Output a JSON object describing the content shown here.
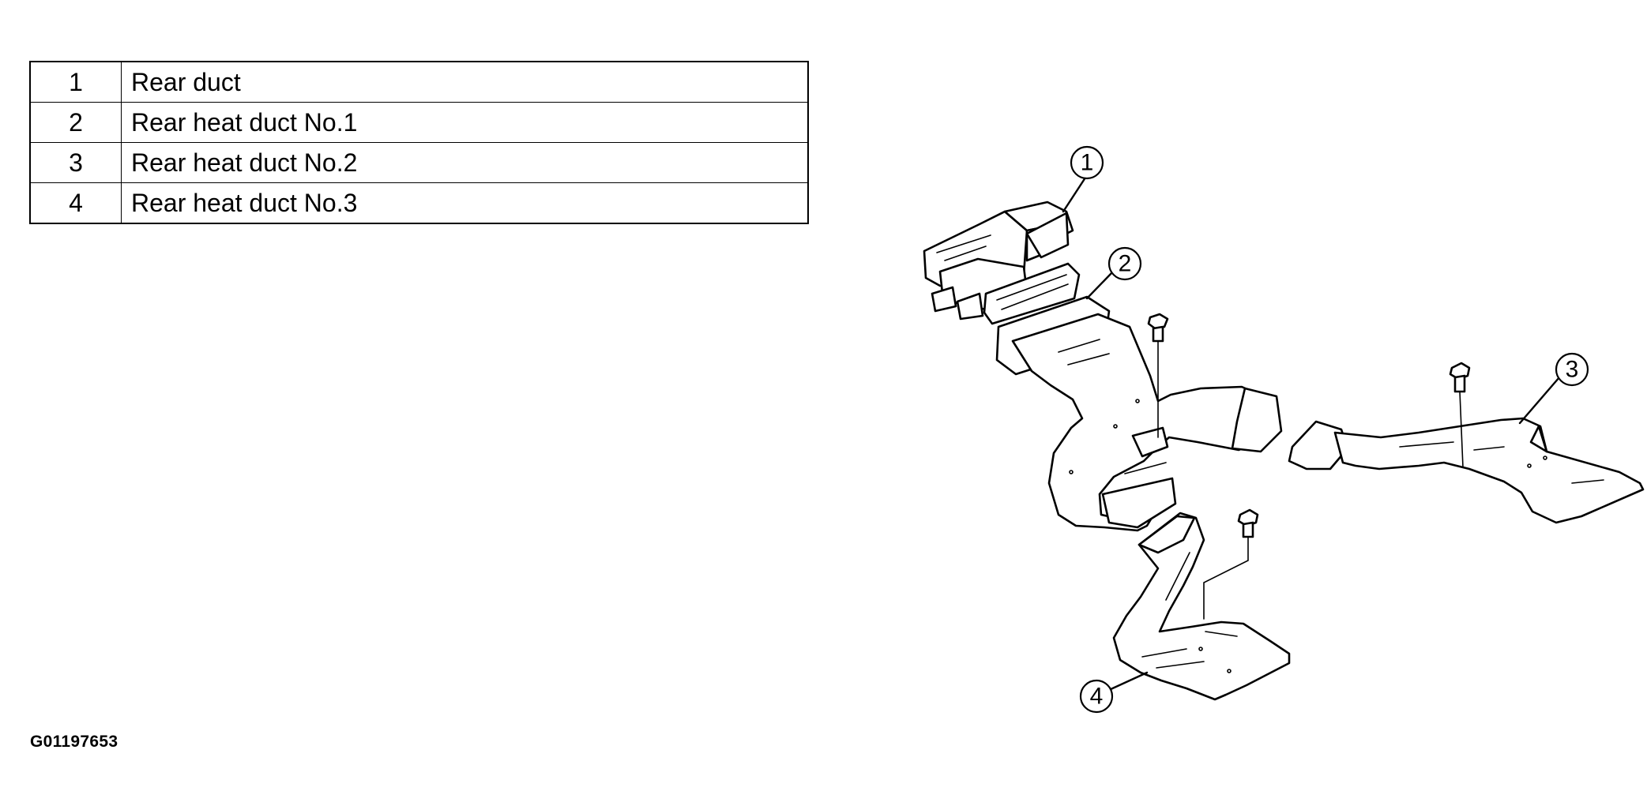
{
  "legend": {
    "rows": [
      {
        "num": "1",
        "label": "Rear duct"
      },
      {
        "num": "2",
        "label": "Rear heat duct No.1"
      },
      {
        "num": "3",
        "label": "Rear heat duct No.2"
      },
      {
        "num": "4",
        "label": "Rear heat duct No.3"
      }
    ]
  },
  "callouts": [
    "1",
    "2",
    "3",
    "4"
  ],
  "figure_id": "G01197653"
}
